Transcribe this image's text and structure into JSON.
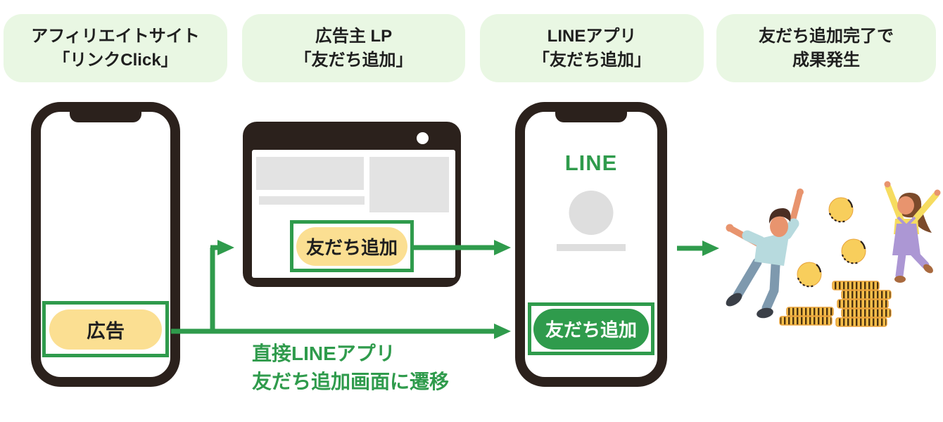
{
  "headers": [
    {
      "line1": "アフィリエイトサイト",
      "line2": "「リンクClick」"
    },
    {
      "line1": "広告主 LP",
      "line2": "「友だち追加」"
    },
    {
      "line1": "LINEアプリ",
      "line2": "「友だち追加」"
    },
    {
      "line1": "友だち追加完了で",
      "line2": "成果発生"
    }
  ],
  "affiliate_phone": {
    "ad_button": "広告"
  },
  "advertiser_lp": {
    "add_friend_button": "友だち追加"
  },
  "line_app": {
    "logo": "LINE",
    "add_friend_button": "友だち追加"
  },
  "transition_note": {
    "line1": "直接LINEアプリ",
    "line2": "友だち追加画面に遷移"
  },
  "colors": {
    "accent_green": "#2F9B4C",
    "frame_dark": "#2B211C",
    "button_yellow": "#FBDF92",
    "header_bg": "#E9F7E3",
    "placeholder_gray": "#E3E3E3",
    "coin_gold": "#F8CE5C"
  }
}
